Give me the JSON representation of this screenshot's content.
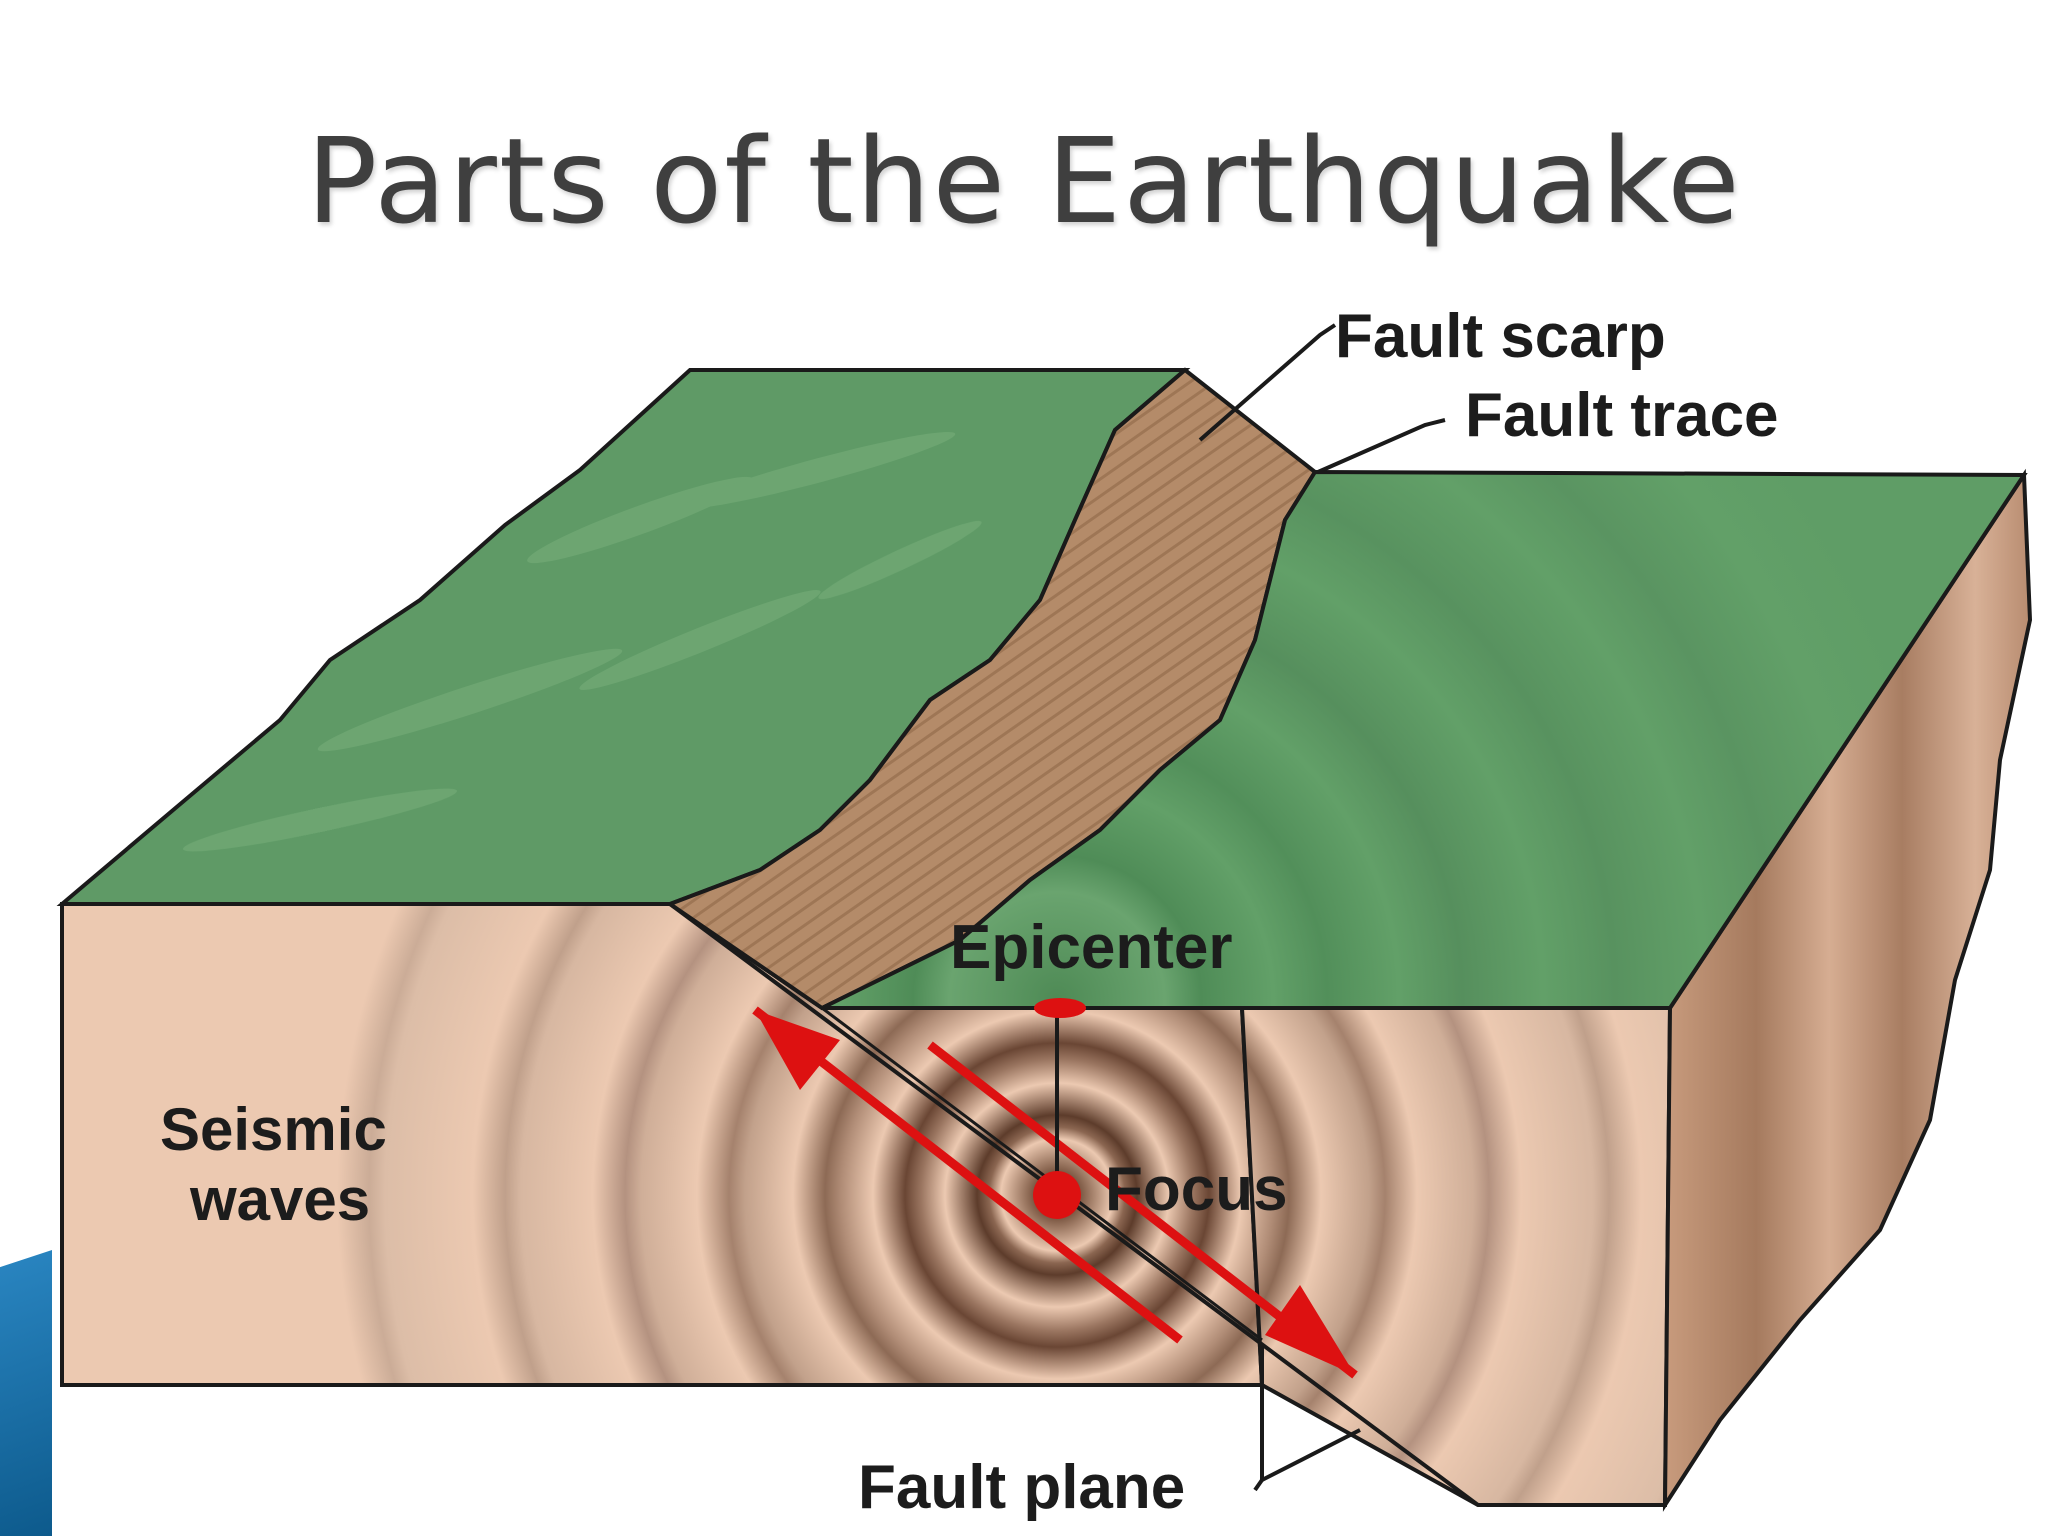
{
  "title": "Parts of the Earthquake",
  "labels": {
    "fault_scarp": "Fault scarp",
    "fault_trace": "Fault trace",
    "epicenter": "Epicenter",
    "seismic_line1": "Seismic",
    "seismic_line2": "waves",
    "focus": "Focus",
    "fault_plane": "Fault plane"
  },
  "colors": {
    "ground_surface": "#5f9a66",
    "rock": "#e9c2a8",
    "scarp": "#b08866",
    "wave_ring": "#8f6b55",
    "arrow": "#dd1111",
    "accent": "#1f77b4"
  }
}
